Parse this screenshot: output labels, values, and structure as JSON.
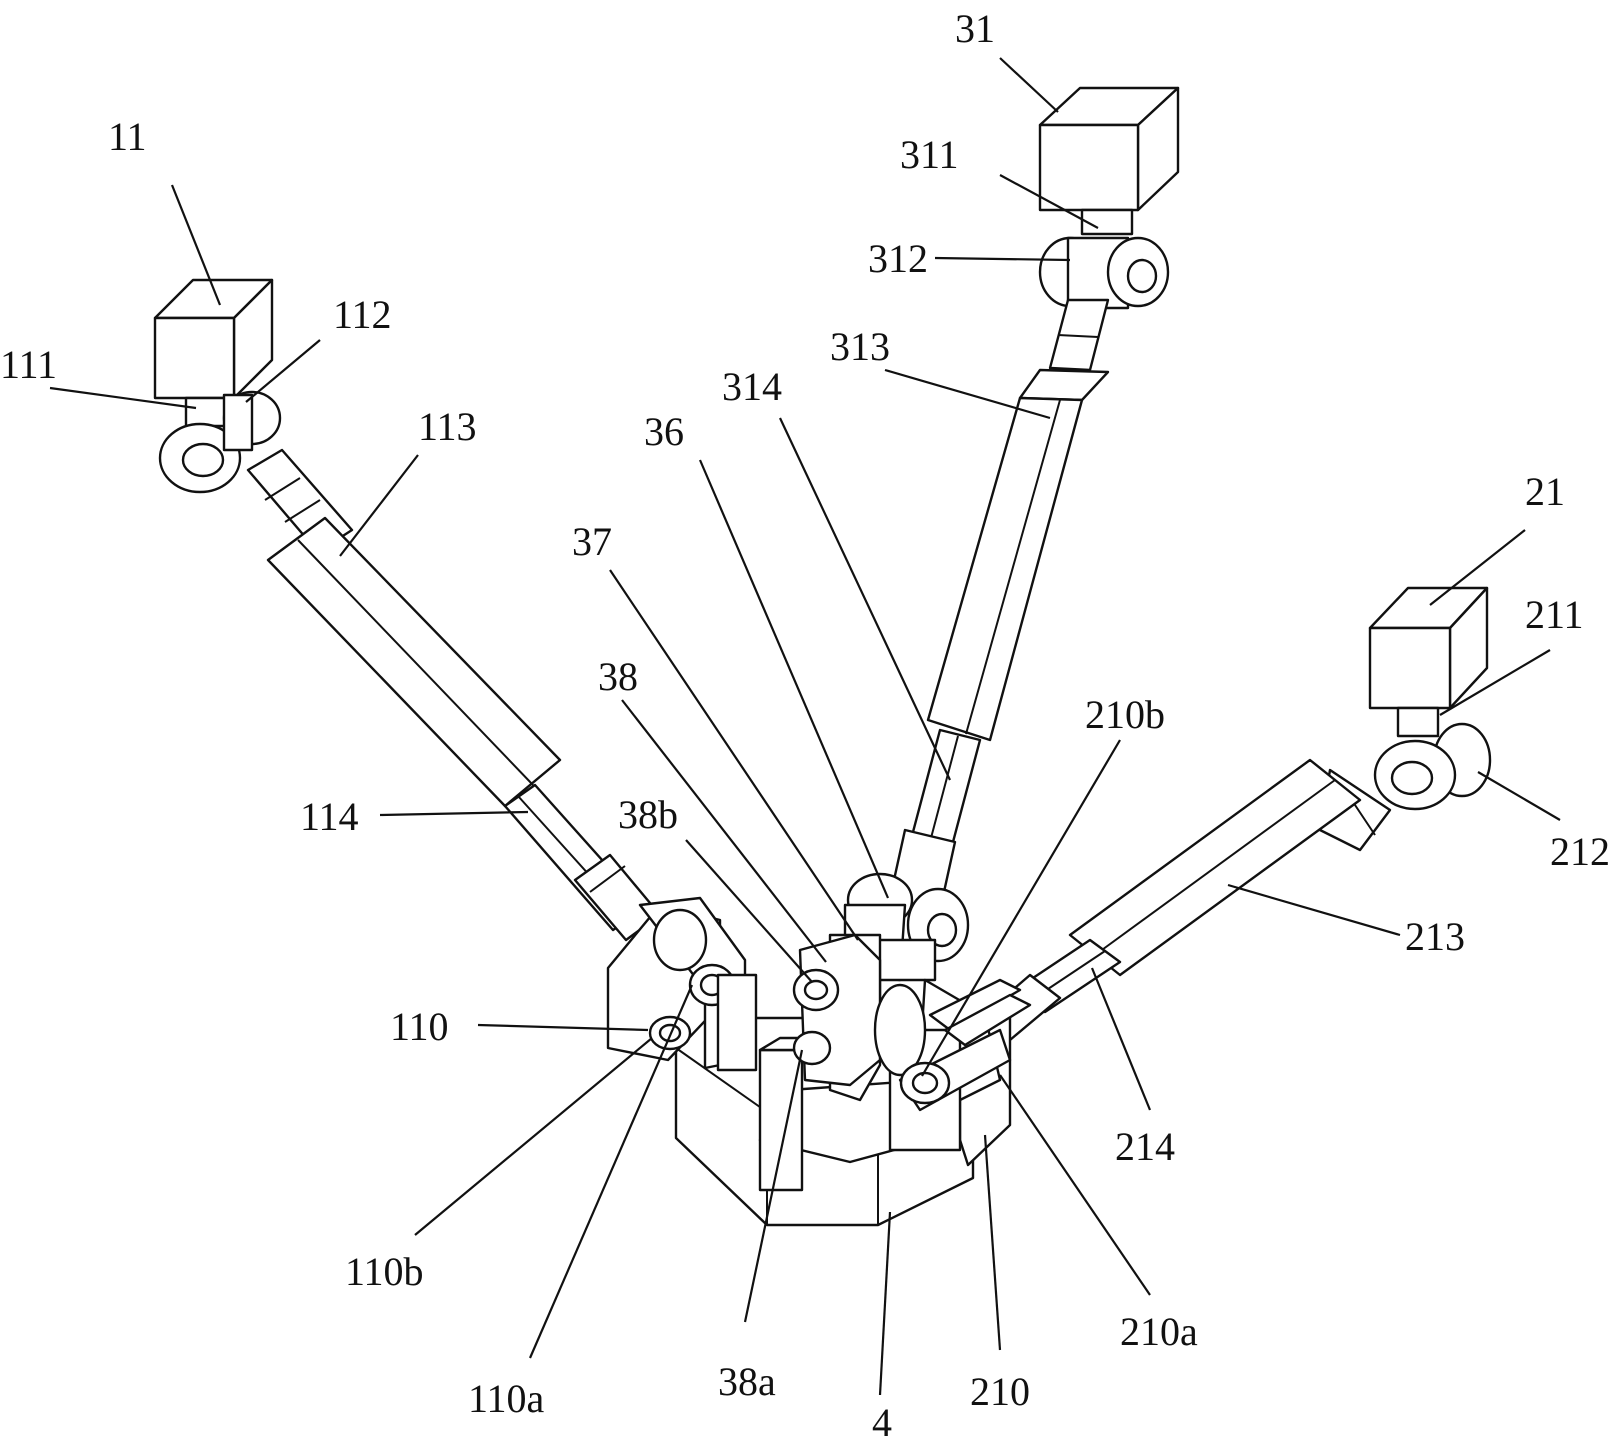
{
  "figure": {
    "labels": {
      "l11": "11",
      "l111": "111",
      "l112": "112",
      "l113": "113",
      "l114": "114",
      "l110": "110",
      "l110b": "110b",
      "l110a": "110a",
      "l31": "31",
      "l311": "311",
      "l312": "312",
      "l313": "313",
      "l314": "314",
      "l36": "36",
      "l37": "37",
      "l38": "38",
      "l38b": "38b",
      "l38a": "38a",
      "l4": "4",
      "l21": "21",
      "l211": "211",
      "l212": "212",
      "l213": "213",
      "l214": "214",
      "l210b": "210b",
      "l210": "210",
      "l210a": "210a"
    }
  }
}
